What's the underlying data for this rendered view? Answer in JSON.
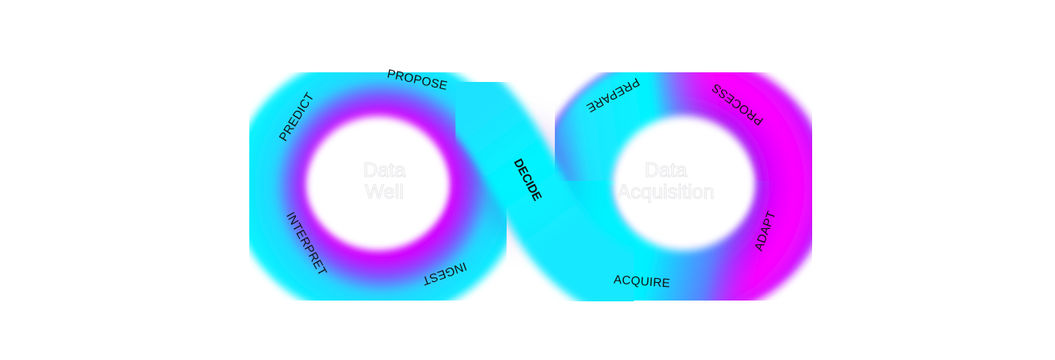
{
  "diagram": {
    "type": "infinity-loop",
    "colors": {
      "cyan": "#00f4ff",
      "magenta": "#ff00ff",
      "violet": "#8a2be2",
      "label": "#111111",
      "center_label_outline": "#e9e9ec"
    },
    "left_loop": {
      "title_line1": "Data",
      "title_line2": "Well"
    },
    "right_loop": {
      "title_line1": "Data",
      "title_line2": "Acquisition"
    },
    "stages": {
      "predict": "PREDICT",
      "propose": "PROPOSE",
      "decide": "DECIDE",
      "prepare": "PREPARE",
      "process": "PROCESS",
      "adapt": "ADAPT",
      "acquire": "ACQUIRE",
      "ingest": "INGEST",
      "interpret": "INTERPRET"
    }
  }
}
